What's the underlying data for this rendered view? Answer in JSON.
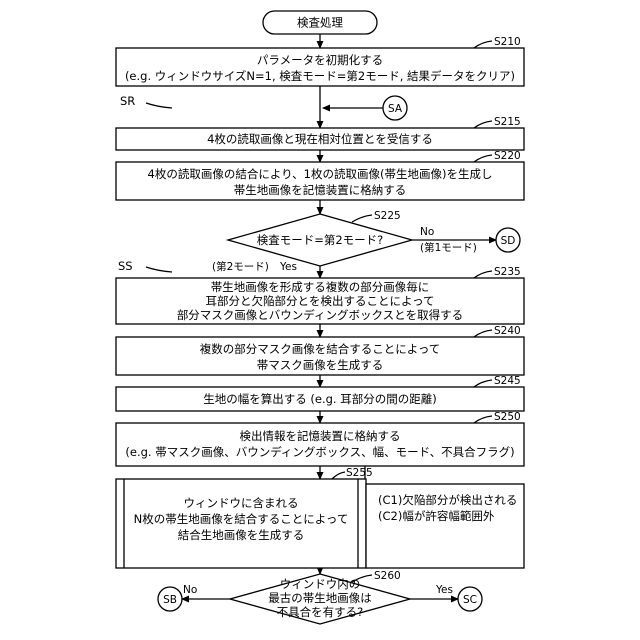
{
  "start": {
    "label": "検査処理"
  },
  "steps": {
    "s210": {
      "id": "S210",
      "lines": [
        "パラメータを初期化する",
        "(e.g. ウィンドウサイズN=1, 検査モード=第2モード, 結果データをクリア)"
      ]
    },
    "s215": {
      "id": "S215",
      "lines": [
        "4枚の読取画像と現在相対位置とを受信する"
      ]
    },
    "s220": {
      "id": "S220",
      "lines": [
        "4枚の読取画像の結合により、1枚の読取画像(帯生地画像)を生成し",
        "帯生地画像を記憶装置に格納する"
      ]
    },
    "s225": {
      "id": "S225",
      "text": "検査モード=第2モード?",
      "no_label": "No",
      "no_note": "(第1モード)",
      "yes_note": "(第2モード)",
      "yes_label": "Yes"
    },
    "s235": {
      "id": "S235",
      "lines": [
        "帯生地画像を形成する複数の部分画像毎に",
        "耳部分と欠陥部分とを検出することによって",
        "部分マスク画像とバウンディングボックスとを取得する"
      ]
    },
    "s240": {
      "id": "S240",
      "lines": [
        "複数の部分マスク画像を結合することによって",
        "帯マスク画像を生成する"
      ]
    },
    "s245": {
      "id": "S245",
      "lines": [
        "生地の幅を算出する (e.g. 耳部分の間の距離)"
      ]
    },
    "s250": {
      "id": "S250",
      "lines": [
        "検出情報を記憶装置に格納する",
        "(e.g. 帯マスク画像、バウンディングボックス、幅、モード、不具合フラグ)"
      ]
    },
    "s255": {
      "id": "S255",
      "lines": [
        "ウィンドウに含まれる",
        "N枚の帯生地画像を結合することによって",
        "結合生地画像を生成する"
      ]
    },
    "s260": {
      "id": "S260",
      "lines": [
        "ウィンドウ内の",
        "最古の帯生地画像は",
        "不具合を有する?"
      ],
      "no_label": "No",
      "yes_label": "Yes"
    }
  },
  "note": {
    "lines": [
      "(C1)欠陥部分が検出される",
      "(C2)幅が許容幅範囲外"
    ]
  },
  "connectors": {
    "sa": "SA",
    "sb": "SB",
    "sc": "SC",
    "sd": "SD"
  },
  "loops": {
    "sr": "SR",
    "ss": "SS"
  }
}
